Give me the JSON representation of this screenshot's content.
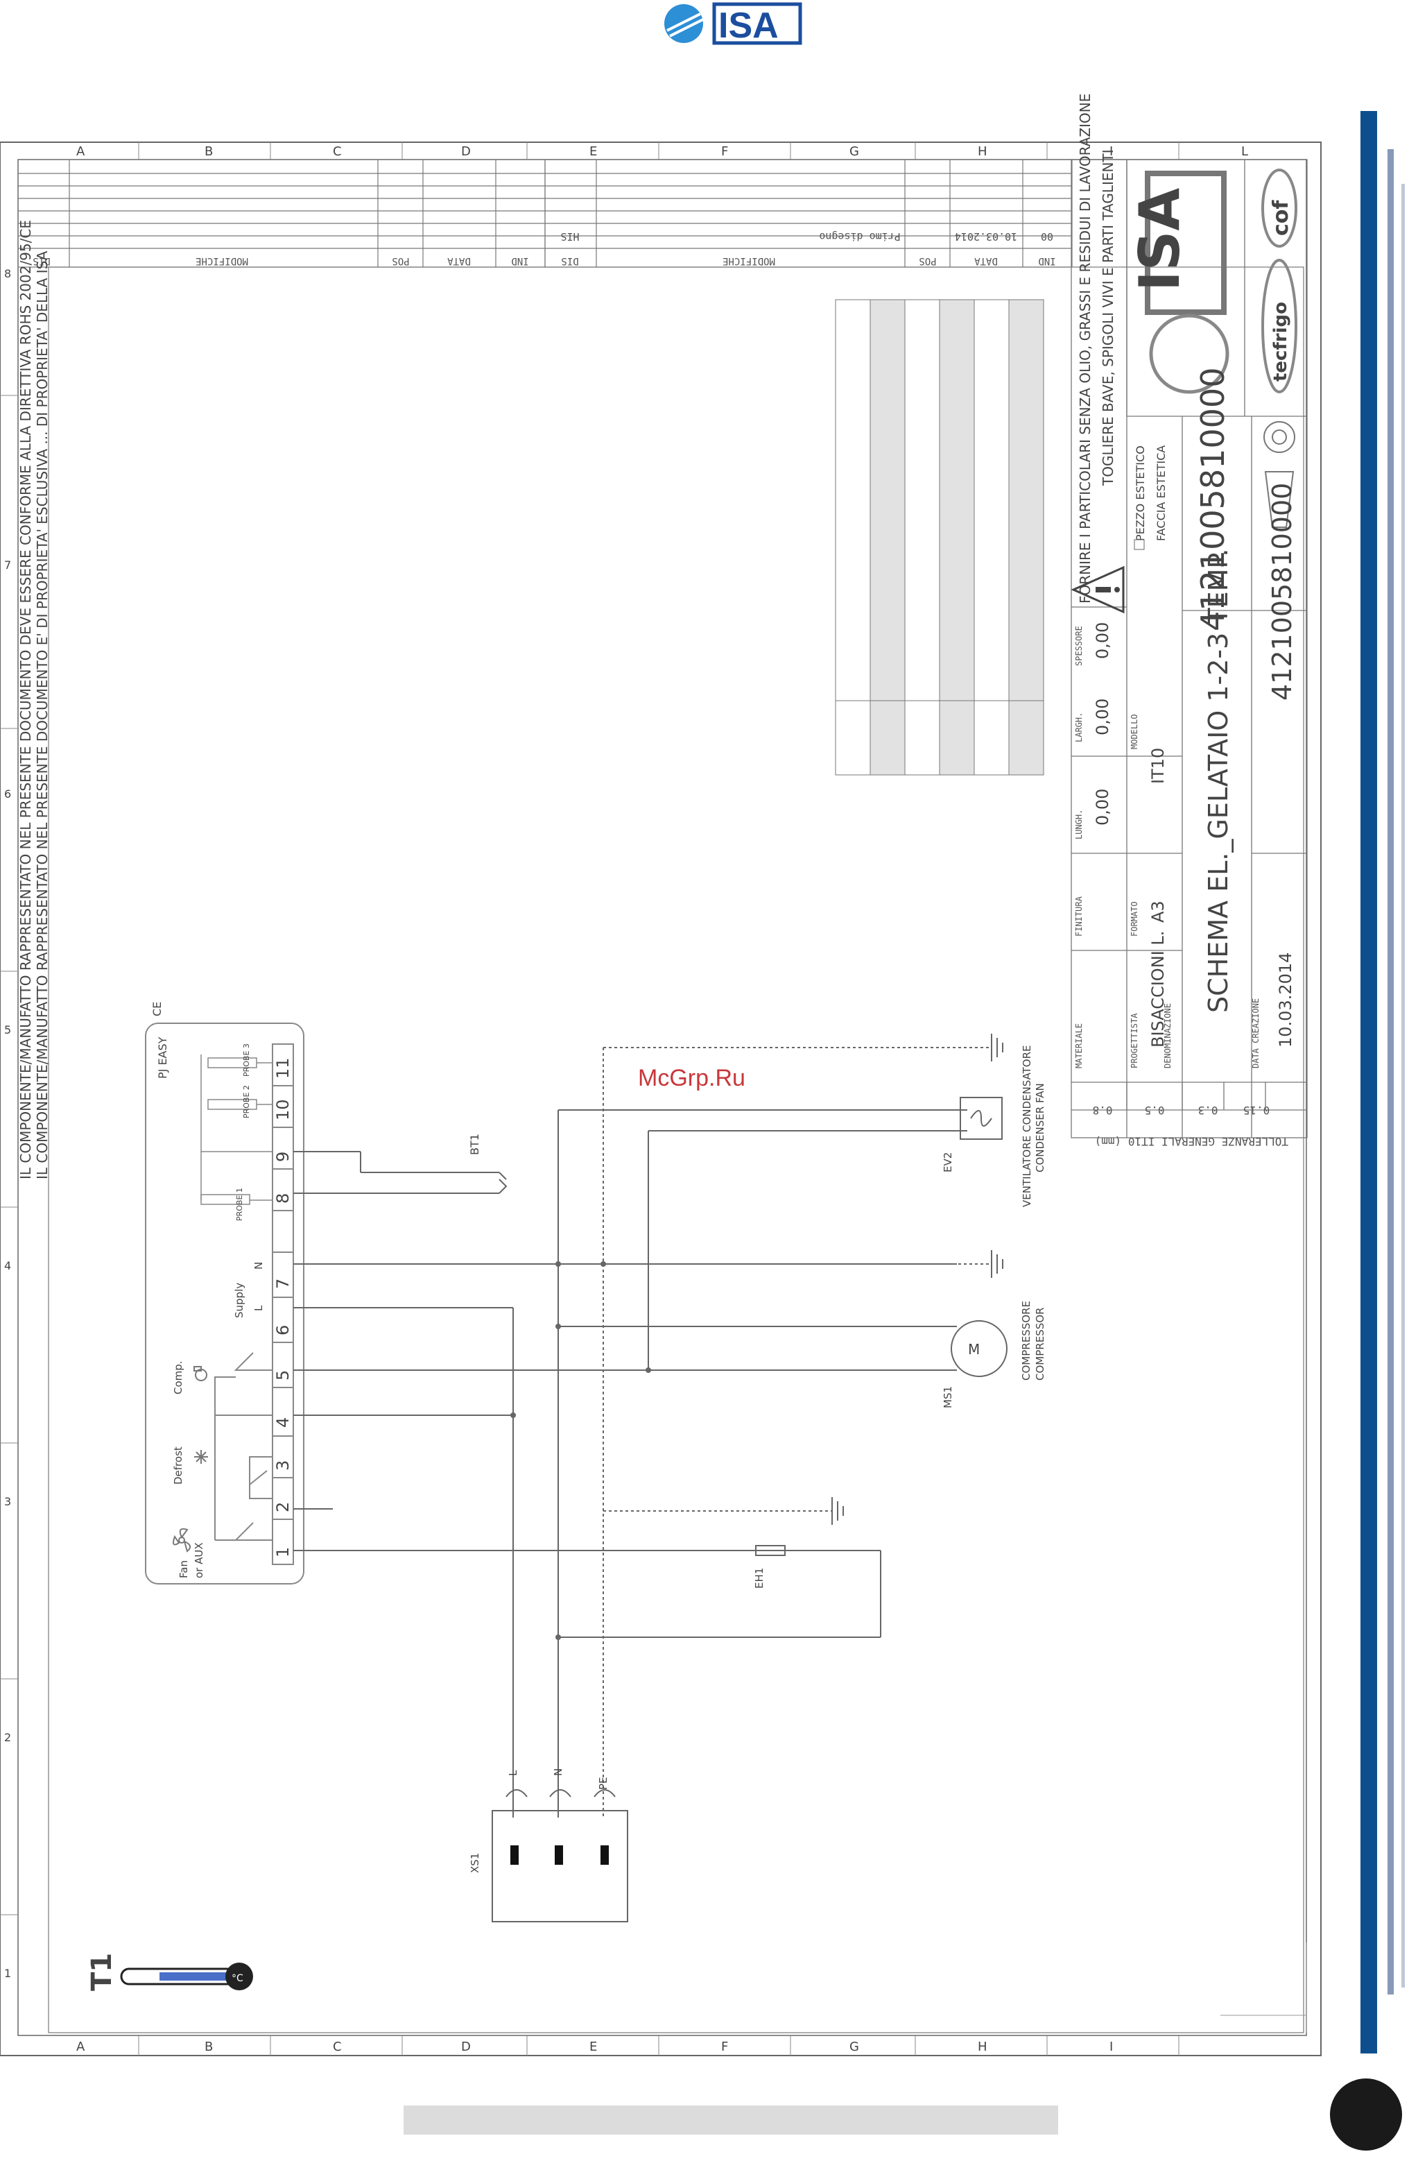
{
  "header": {
    "brand": "ISA"
  },
  "watermark": "McGrp.Ru",
  "compliance": {
    "line1": "IL COMPONENTE/MANUFATTO RAPPRESENTATO NEL PRESENTE DOCUMENTO DEVE ESSERE CONFORME ALLA DIRETTIVA ROHS 2002/95/CE",
    "line2": "IL COMPONENTE/MANUFATTO RAPPRESENTATO NEL PRESENTE DOCUMENTO E' DI PROPRIETA' ESCLUSIVA ... DI PROPRIETA' DELLA ISA"
  },
  "revision_table": {
    "headers": [
      "DIS",
      "MODIFICHE",
      "POS",
      "DATA",
      "IND"
    ],
    "rows": [
      {
        "dis": "HIS",
        "mod": "Primo disegno",
        "pos": "",
        "data": "10.03.2014",
        "ind": "00"
      }
    ]
  },
  "grid": {
    "letters": [
      "A",
      "B",
      "C",
      "D",
      "E",
      "F",
      "G",
      "H",
      "I",
      "L"
    ],
    "numbers": [
      "1",
      "2",
      "3",
      "4",
      "5",
      "6",
      "7",
      "8"
    ]
  },
  "warning": "FORNIRE I PARTICOLARI SENZA OLIO, GRASSI E RESIDUI DI LAVORAZIONE",
  "warning2": "TOGLIERE BAVE, SPIGOLI VIVI E PARTI TAGLIENTI",
  "title_block": {
    "title": "SCHEMA EL._GELATAIO 1-2-3 TEMP.",
    "code": "4121005810000",
    "code2": "4121005810000",
    "date_label": "DATA CREAZIONE",
    "date": "10.03.2014",
    "designer_label": "PROGETTISTA",
    "designer": "BISACCIONI L.",
    "format_label": "FORMATO",
    "format": "A3",
    "model_label": "MODELLO",
    "model": "IT10",
    "thickness_label": "SPESSORE",
    "thickness": "0,00",
    "width_label": "LARGH.",
    "width": "0,00",
    "length_label": "LUNGH.",
    "length": "0,00",
    "material_label": "MATERIALE",
    "finish_label": "FINITURA",
    "denom_label": "DENOMINAZIONE",
    "piece_label1": "PEZZO ESTETICO",
    "piece_label2": "FACCIA ESTETICA",
    "tolerance_title": "TOLLERANZE GENERALI IT10 (mm)",
    "tolerances": [
      "0.15",
      "0.3",
      "0.5",
      "0.8"
    ],
    "brand1": "ISA",
    "brand2": "tecfrigo",
    "brand3": "cof"
  },
  "controller": {
    "name": "PJ EASY",
    "ce": "CE",
    "terminals": [
      "1",
      "2",
      "3",
      "4",
      "5",
      "6",
      "7",
      "8",
      "9",
      "10",
      "11"
    ],
    "labels": {
      "fan": "Fan",
      "fan_sub": "or AUX",
      "defrost": "Defrost",
      "comp": "Comp.",
      "supply": "Supply",
      "supply_l": "L",
      "supply_n": "N",
      "probe1": "PROBE 1",
      "probe2": "PROBE 2",
      "probe3": "PROBE 3"
    }
  },
  "components": {
    "probe": "BT1",
    "condenser_fan_code": "EV2",
    "condenser_fan_label1": "VENTILATORE CONDENSATORE",
    "condenser_fan_label2": "CONDENSER FAN",
    "compressor_code": "MS1",
    "compressor_label1": "COMPRESSORE",
    "compressor_label2": "COMPRESSOR",
    "heater": "EH1",
    "plug": "XS1",
    "plug_l": "L",
    "plug_n": "N",
    "plug_pe": "PE"
  },
  "thermometer": {
    "label": "T1",
    "unit": "°C"
  },
  "colors": {
    "accent": "#0d4f8e",
    "wire": "#555555",
    "watermark": "#c8373a"
  }
}
